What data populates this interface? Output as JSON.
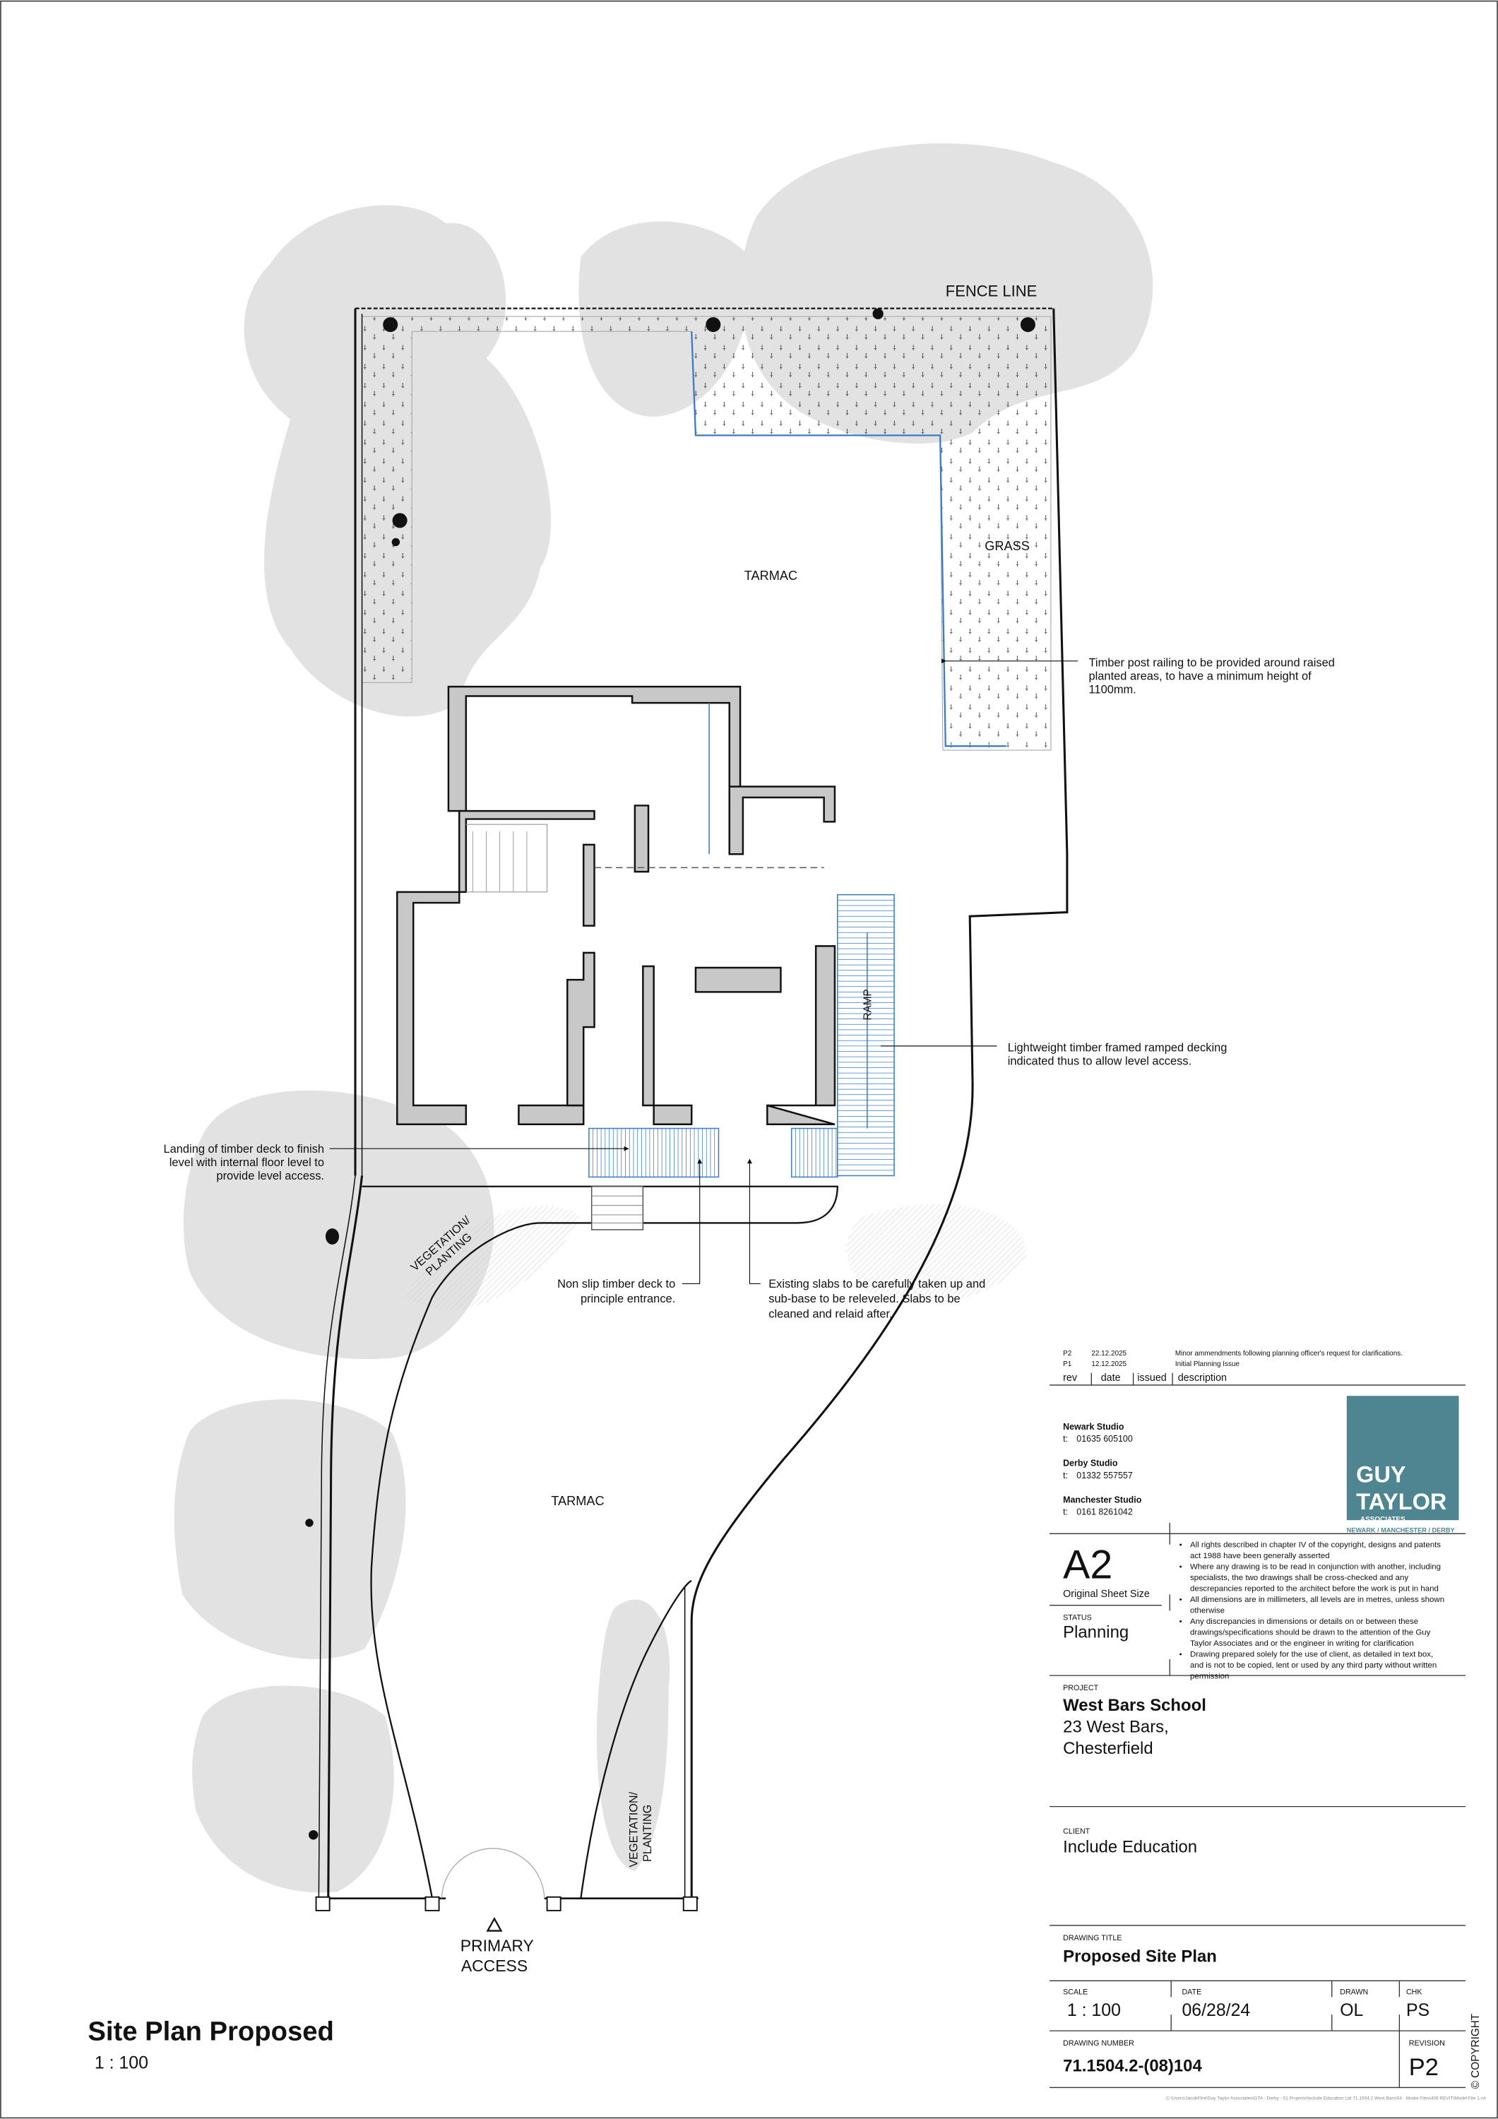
{
  "plan": {
    "fence_line": "FENCE LINE",
    "tarmac_top": "TARMAC",
    "tarmac_bottom": "TARMAC",
    "grass": "GRASS",
    "ramp": "RAMP",
    "vegetation_1": [
      "VEGETATION/",
      "PLANTING"
    ],
    "vegetation_2": [
      "VEGETATION/",
      "PLANTING"
    ],
    "primary_access": [
      "PRIMARY",
      "ACCESS"
    ],
    "notes": {
      "railing": [
        "Timber post railing to be provided around raised",
        "planted areas, to have a minimum height of",
        "1100mm."
      ],
      "ramped_decking": [
        "Lightweight timber framed ramped decking",
        "indicated thus to allow level access."
      ],
      "landing": [
        "Landing of timber deck to finish",
        "level with internal floor level to",
        "provide level access."
      ],
      "non_slip": [
        "Non slip timber deck to",
        "principle entrance."
      ],
      "slabs": [
        "Existing slabs to be carefully taken up and",
        "sub-base to be releveled. Slabs to be",
        "cleaned and relaid after."
      ]
    }
  },
  "view": {
    "title": "Site Plan Proposed",
    "scale": "1 : 100"
  },
  "revisions": {
    "headers": {
      "rev": "rev",
      "date": "date",
      "issued": "issued",
      "description": "description"
    },
    "rows": [
      {
        "rev": "P2",
        "date": "22.12.2025",
        "description": "Minor ammendments following planning officer's request for clarifications."
      },
      {
        "rev": "P1",
        "date": "12.12.2025",
        "description": "Initial Planning Issue"
      }
    ]
  },
  "studios": [
    {
      "name": "Newark Studio",
      "tel_label": "t:",
      "tel": "01635 605100"
    },
    {
      "name": "Derby Studio",
      "tel_label": "t:",
      "tel": "01332 557557"
    },
    {
      "name": "Manchester Studio",
      "tel_label": "t:",
      "tel": "0161 8261042"
    }
  ],
  "logo": {
    "line1": "GUY",
    "line2": "TAYLOR",
    "line3": "ASSOCIATES",
    "tagline": "NEWARK / MANCHESTER / DERBY",
    "color": "#4e8590"
  },
  "sheet": {
    "size": "A2",
    "size_label": "Original Sheet Size",
    "status_label": "STATUS",
    "status": "Planning"
  },
  "disclaimers": [
    [
      "All rights described in chapter IV of the copyright, designs and patents",
      "act 1988 have been generally asserted"
    ],
    [
      "Where any drawing is to be read in conjunction with another, including",
      "specialists, the two drawings shall be cross-checked and any",
      "descrepancies reported to the architect before the work is put in hand"
    ],
    [
      "All dimensions are in millimeters, all levels are in metres, unless shown",
      "otherwise"
    ],
    [
      "Any discrepancies in dimensions or details on or between these",
      "drawings/specifications should be drawn to the attention of the Guy",
      "Taylor Associates and or the engineer in writing for clarification"
    ],
    [
      "Drawing prepared solely for the use of client, as detailed in text box,",
      "and is not to be copied, lent or used by any third party without written",
      "permission"
    ]
  ],
  "project": {
    "label": "PROJECT",
    "name": "West Bars School",
    "address1": "23 West Bars,",
    "address2": "Chesterfield"
  },
  "client": {
    "label": "CLIENT",
    "name": "Include Education"
  },
  "drawing": {
    "title_label": "DRAWING TITLE",
    "title": "Proposed Site Plan",
    "scale_label": "SCALE",
    "scale": "1 : 100",
    "date_label": "DATE",
    "date": "06/28/24",
    "drawn_label": "DRAWN",
    "drawn": "OL",
    "chk_label": "CHK",
    "chk": "PS",
    "number_label": "DRAWING NUMBER",
    "number": "71.1504.2-(08)104",
    "revision_label": "REVISION",
    "revision": "P2",
    "copyright": "© COPYRIGHT",
    "file_path": "C:\\Users\\JacobFlint\\Guy Taylor Associates\\GTA - Derby - 01 Projects\\Include Education Ltd 71.1504.2 West Bars\\04 - Model Files\\406 REVIT\\Model File 1.rvt"
  }
}
